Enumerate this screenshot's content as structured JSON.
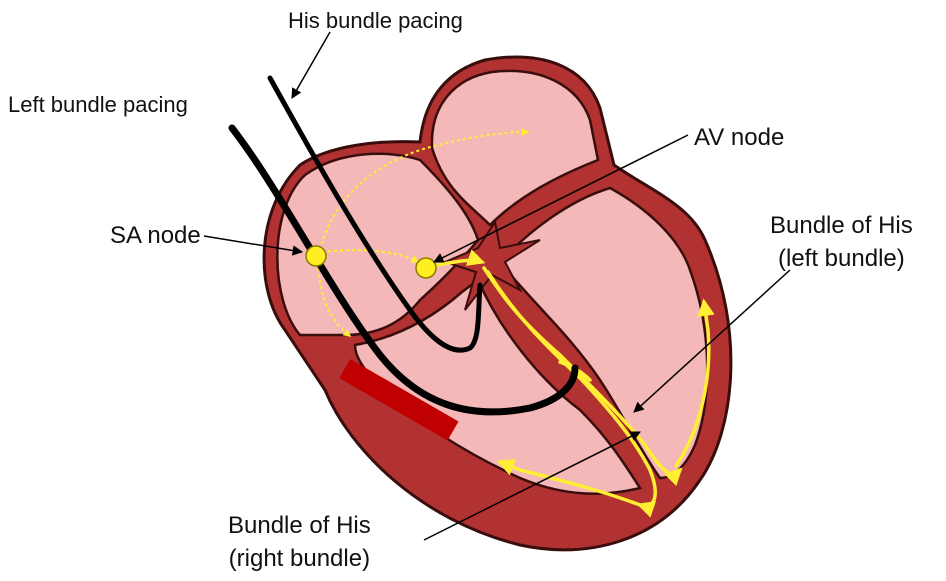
{
  "labels": {
    "his_bundle_pacing": "His bundle pacing",
    "left_bundle_pacing": "Left bundle pacing",
    "av_node": "AV node",
    "sa_node": "SA node",
    "bundle_of_his_left_line1": "Bundle of His",
    "bundle_of_his_left_line2": "(left bundle)",
    "bundle_of_his_right_line1": "Bundle of His",
    "bundle_of_his_right_line2": "(right bundle)"
  },
  "colors": {
    "myocardium": "#b23232",
    "outline": "#3a0d0d",
    "chamber": "#f4b8b8",
    "conduction_path": "#ffee33",
    "node": "#ffee22",
    "lead": "#000000",
    "right_bundle_block": "#c00000"
  }
}
